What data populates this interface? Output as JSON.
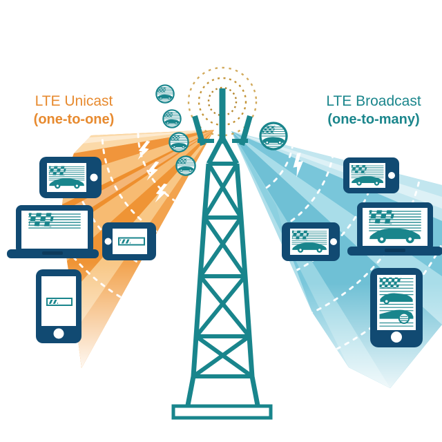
{
  "labels": {
    "unicast": {
      "title": "LTE Unicast",
      "subtitle": "(one-to-one)",
      "color": "#E78A2F"
    },
    "broadcast": {
      "title": "LTE Broadcast",
      "subtitle": "(one-to-many)",
      "color": "#1B868C"
    }
  },
  "tower": {
    "name": "LTE cell tower",
    "antenna_waves": "radio-waves",
    "color": "#19858C"
  },
  "packets": {
    "icon": "race-car-video-packet",
    "unicast_side_count": 4,
    "broadcast_side_count": 1
  },
  "beams": {
    "unicast": {
      "side": "left",
      "color": "#F2A34E",
      "effects": [
        "lightning-bolts",
        "dashed-wavefront-arcs"
      ]
    },
    "broadcast": {
      "side": "right",
      "color": "#8CD0E0",
      "effects": [
        "lightning-bolt",
        "dashed-wavefront-arcs"
      ]
    }
  },
  "devices": {
    "unicast": [
      {
        "type": "smartphone-landscape",
        "screen": "race-car-video-playing"
      },
      {
        "type": "laptop",
        "screen": "race-car-video-partially-loaded"
      },
      {
        "type": "smartphone-landscape",
        "screen": "download-progress-bar"
      },
      {
        "type": "smartphone-portrait",
        "screen": "download-progress-bar"
      }
    ],
    "broadcast": [
      {
        "type": "smartphone-landscape",
        "screen": "race-car-video-playing"
      },
      {
        "type": "laptop",
        "screen": "race-car-video-playing"
      },
      {
        "type": "smartphone-landscape",
        "screen": "race-car-video-playing"
      },
      {
        "type": "tablet-portrait",
        "screen": "race-car-video-playing"
      }
    ]
  },
  "colors": {
    "teal": "#19858C",
    "navy_device": "#114A72",
    "orange_text": "#E78A2F",
    "wave_gold": "#C49539",
    "beam_orange_base": "#F5AE5C",
    "beam_blue_base": "#8CD0E0",
    "white": "#FFFFFF"
  }
}
